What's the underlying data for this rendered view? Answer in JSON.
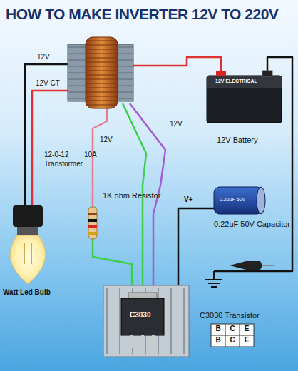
{
  "diagram": {
    "title": "HOW TO MAKE INVERTER 12V TO 220V",
    "labels": [
      "12V",
      "12V CT",
      "12-0-12",
      "10A",
      "Transformer",
      "12V",
      "12V",
      "12V ELECTRICAL",
      "12V Battery",
      "1K ohm Resistor",
      "V+",
      "0.22uF 50V",
      "0.22uF 50V Capacitor",
      "Watt Led Bulb",
      "C3030",
      "C3030 Transistor",
      "B",
      "C",
      "E",
      "B",
      "C",
      "E"
    ]
  }
}
